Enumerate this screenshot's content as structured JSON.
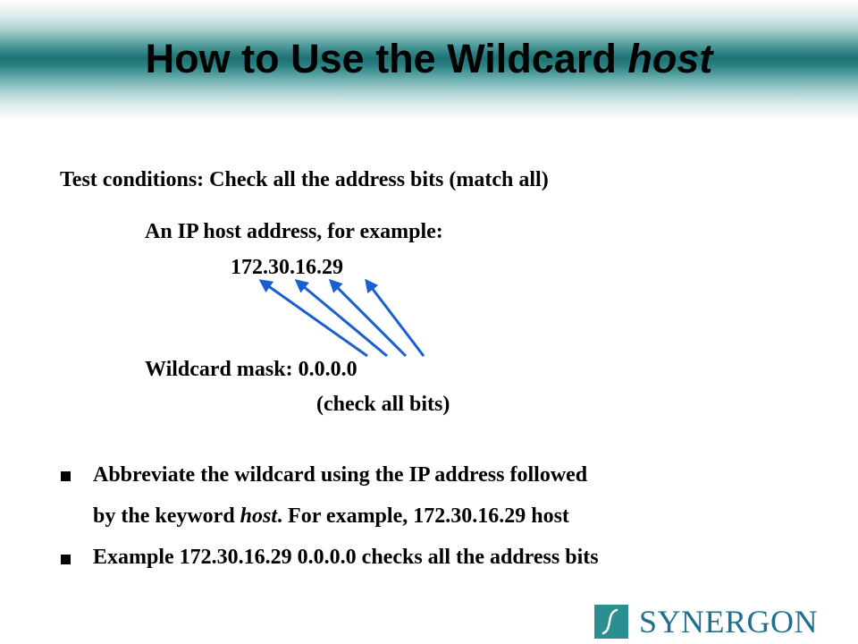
{
  "slide": {
    "title_main": "How to Use the Wildcard ",
    "title_italic": "host",
    "test_conditions": "Test conditions: Check all the address bits (match all)",
    "ip_label": "An IP host address, for example:",
    "ip_value": "172.30.16.29",
    "mask_label": "Wildcard mask: 0.0.0.0",
    "mask_note": "(check all bits)"
  },
  "bullets": [
    {
      "line1": "Abbreviate the wildcard using the IP address followed",
      "line2_pre": "by the keyword ",
      "line2_italic": "host",
      "line2_post": ". For example, 172.30.16.29 host"
    },
    {
      "text": "Example 172.30.16.29  0.0.0.0 checks all the address bits"
    }
  ],
  "logo": {
    "text": "SYNERGON"
  },
  "colors": {
    "banner_teal": "#1f7374",
    "arrow_blue": "#1a5fd0",
    "logo_teal": "#2b8f92",
    "logo_text_blue": "#1f6f93"
  }
}
